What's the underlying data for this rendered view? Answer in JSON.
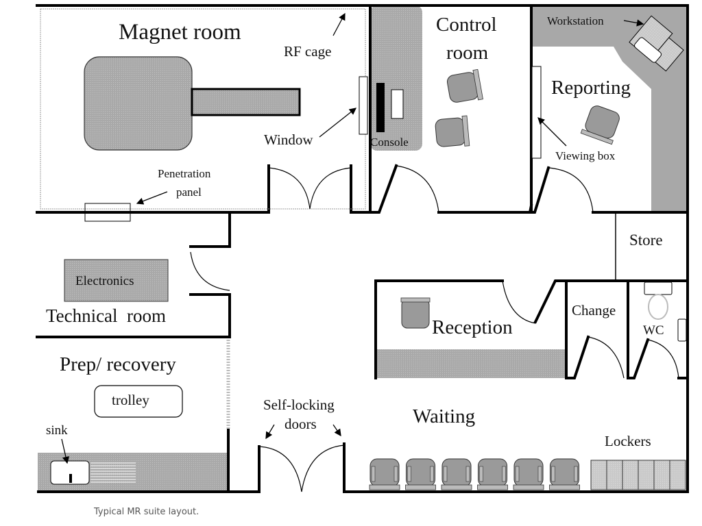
{
  "figure": {
    "caption": "Typical MR suite layout."
  },
  "rooms": {
    "magnet_room": "Magnet room",
    "control_room_line1": "Control",
    "control_room_line2": "room",
    "reporting": "Reporting",
    "store": "Store",
    "technical_room": "Technical  room",
    "prep_recovery": "Prep/ recovery",
    "reception": "Reception",
    "change": "Change",
    "wc": "WC",
    "waiting": "Waiting"
  },
  "labels": {
    "rf_cage": "RF cage",
    "window": "Window",
    "penetration_line1": "Penetration",
    "penetration_line2": "panel",
    "console": "Console",
    "workstation": "Workstation",
    "viewing_box": "Viewing box",
    "electronics": "Electronics",
    "trolley": "trolley",
    "sink": "sink",
    "self_locking_line1": "Self-locking",
    "self_locking_line2": "doors",
    "lockers": "Lockers"
  },
  "counts": {
    "waiting_chairs": 6,
    "locker_units": 6,
    "control_room_chairs": 2
  }
}
